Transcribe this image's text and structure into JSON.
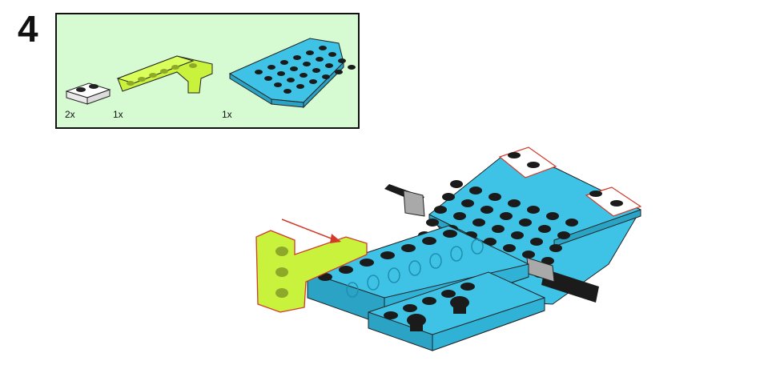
{
  "step": {
    "number": "4"
  },
  "parts": [
    {
      "name": "plate-1x2",
      "quantity": "2x",
      "color": "#ffffff"
    },
    {
      "name": "beam-l-shape",
      "quantity": "1x",
      "color": "#c9f23c"
    },
    {
      "name": "wedge-plate",
      "quantity": "1x",
      "color": "#3ec3e6"
    }
  ],
  "colors": {
    "azure": "#3ec3e6",
    "lime": "#c9f23c",
    "white": "#ffffff",
    "black": "#1b1b1b",
    "grey": "#a9a9a9",
    "arrow": "#d23a2a",
    "callout_bg": "#d6fad2"
  }
}
